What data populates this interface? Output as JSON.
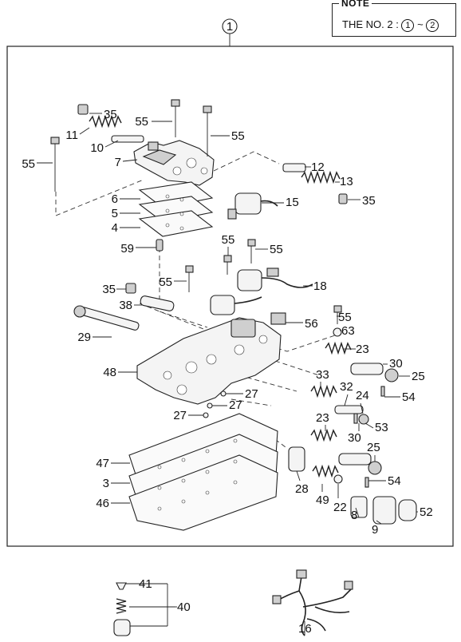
{
  "note": {
    "title": "NOTE",
    "text_prefix": "THE NO. 2",
    "range_start": "1",
    "range_sep": "~",
    "range_end": "2"
  },
  "assembly_callout": "1",
  "parts": [
    {
      "no": "35"
    },
    {
      "no": "55"
    },
    {
      "no": "55"
    },
    {
      "no": "11"
    },
    {
      "no": "10"
    },
    {
      "no": "55"
    },
    {
      "no": "7"
    },
    {
      "no": "12"
    },
    {
      "no": "13"
    },
    {
      "no": "35"
    },
    {
      "no": "6"
    },
    {
      "no": "15"
    },
    {
      "no": "5"
    },
    {
      "no": "4"
    },
    {
      "no": "55"
    },
    {
      "no": "55"
    },
    {
      "no": "59"
    },
    {
      "no": "55"
    },
    {
      "no": "35"
    },
    {
      "no": "18"
    },
    {
      "no": "38"
    },
    {
      "no": "55"
    },
    {
      "no": "29"
    },
    {
      "no": "56"
    },
    {
      "no": "63"
    },
    {
      "no": "23"
    },
    {
      "no": "30"
    },
    {
      "no": "25"
    },
    {
      "no": "48"
    },
    {
      "no": "33"
    },
    {
      "no": "32"
    },
    {
      "no": "24"
    },
    {
      "no": "54"
    },
    {
      "no": "27"
    },
    {
      "no": "27"
    },
    {
      "no": "27"
    },
    {
      "no": "53"
    },
    {
      "no": "30"
    },
    {
      "no": "23"
    },
    {
      "no": "25"
    },
    {
      "no": "47"
    },
    {
      "no": "54"
    },
    {
      "no": "3"
    },
    {
      "no": "28"
    },
    {
      "no": "49"
    },
    {
      "no": "22"
    },
    {
      "no": "46"
    },
    {
      "no": "8"
    },
    {
      "no": "9"
    },
    {
      "no": "52"
    },
    {
      "no": "41"
    },
    {
      "no": "40"
    },
    {
      "no": "16"
    }
  ]
}
